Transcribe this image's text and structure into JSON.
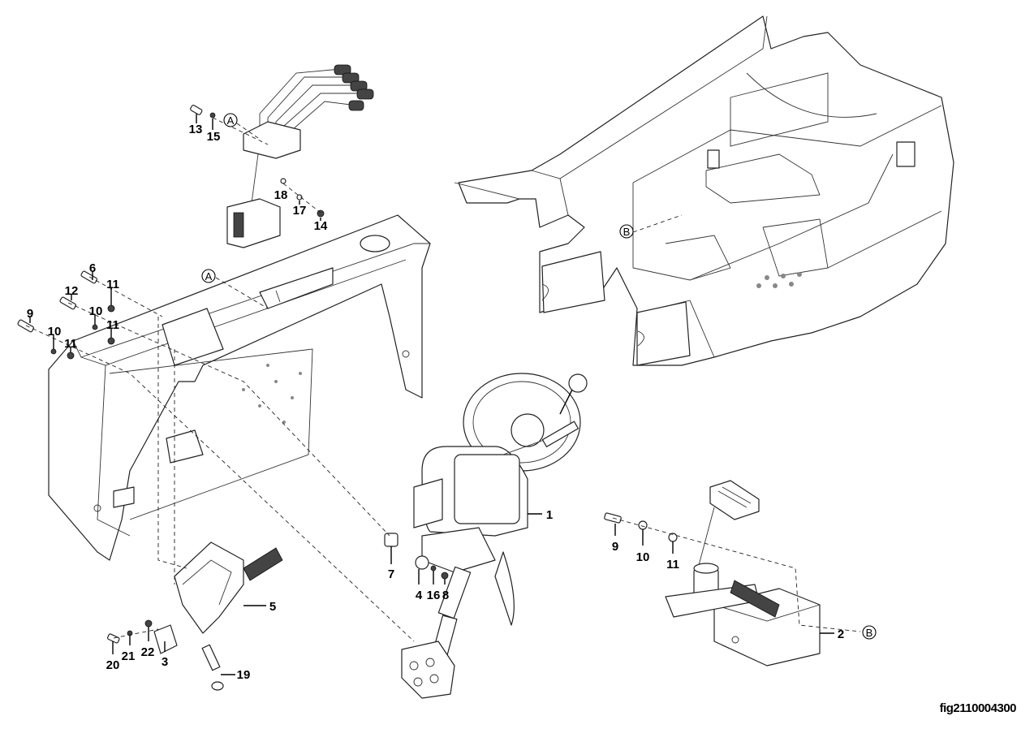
{
  "figure_id": "fig2110004300",
  "callouts": {
    "c1": "1",
    "c2": "2",
    "c3": "3",
    "c4": "4",
    "c5": "5",
    "c6": "6",
    "c7": "7",
    "c8": "8",
    "c9a": "9",
    "c9b": "9",
    "c10a": "10",
    "c10b": "10",
    "c10c": "10",
    "c11a": "11",
    "c11b": "11",
    "c11c": "11",
    "c11d": "11",
    "c12": "12",
    "c13": "13",
    "c14": "14",
    "c15": "15",
    "c16": "16",
    "c17": "17",
    "c18": "18",
    "c19": "19",
    "c20": "20",
    "c21": "21",
    "c22": "22"
  },
  "references": {
    "a_top": "A",
    "a_panel": "A",
    "b_frame": "B",
    "b_pedal": "B"
  }
}
